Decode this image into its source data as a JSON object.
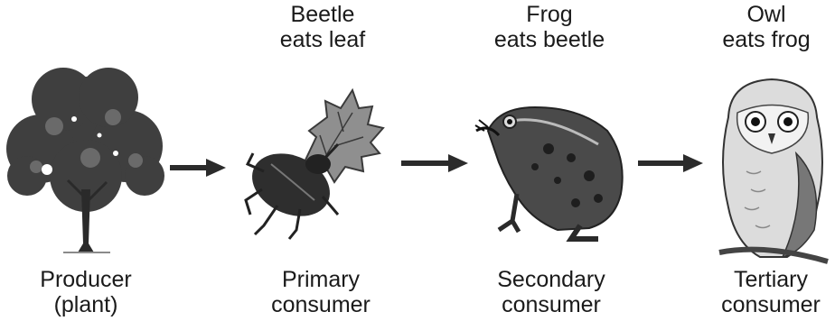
{
  "stages": [
    {
      "id": "tree",
      "icon": "tree-icon",
      "top_caption": [],
      "bottom_caption": [
        "Producer",
        "(plant)"
      ]
    },
    {
      "id": "beetle",
      "icon": "beetle-icon",
      "top_caption": [
        "Beetle",
        "eats leaf"
      ],
      "bottom_caption": [
        "Primary",
        "consumer"
      ]
    },
    {
      "id": "frog",
      "icon": "frog-icon",
      "top_caption": [
        "Frog",
        "eats beetle"
      ],
      "bottom_caption": [
        "Secondary",
        "consumer"
      ]
    },
    {
      "id": "owl",
      "icon": "owl-icon",
      "top_caption": [
        "Owl",
        "eats frog"
      ],
      "bottom_caption": [
        "Tertiary",
        "consumer"
      ]
    }
  ],
  "arrow_icon": "right-arrow-icon",
  "colors": {
    "ink": "#1a1a1a",
    "foliage": "#3f3f3f",
    "leaf": "#8f8f8f",
    "background": "#ffffff"
  }
}
